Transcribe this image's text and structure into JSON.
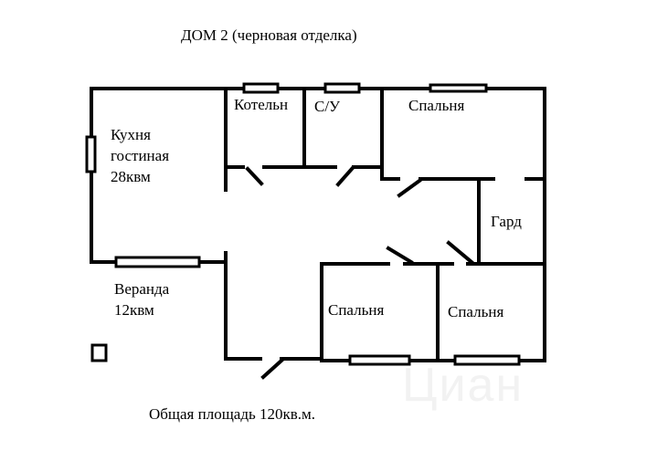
{
  "title": "ДОМ 2 (черновая отделка)",
  "rooms": {
    "kitchen": [
      "Кухня",
      "гостиная",
      "28квм"
    ],
    "boiler": "Котельн",
    "bathroom": "С/У",
    "bedroom_top": "Спальня",
    "wardrobe": "Гард",
    "veranda": [
      "Веранда",
      "12квм"
    ],
    "bedroom_mid": "Спальня",
    "bedroom_right": "Спальня"
  },
  "total_area": "Общая площадь 120кв.м.",
  "watermark": "Циан",
  "colors": {
    "wall": "#000000",
    "background": "#ffffff"
  }
}
